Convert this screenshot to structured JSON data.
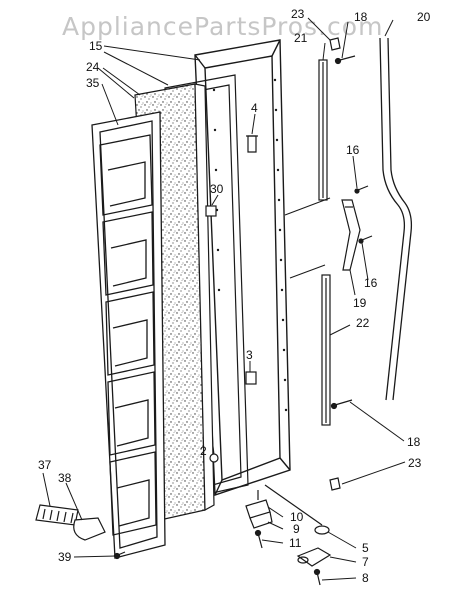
{
  "watermark": "AppliancePartsPros.com",
  "colors": {
    "ink": "#1a1a1a",
    "background": "#ffffff",
    "watermark": "#c6c6c6"
  },
  "callouts": [
    {
      "id": "15",
      "text": "15"
    },
    {
      "id": "24",
      "text": "24"
    },
    {
      "id": "35",
      "text": "35"
    },
    {
      "id": "4",
      "text": "4"
    },
    {
      "id": "30",
      "text": "30"
    },
    {
      "id": "3",
      "text": "3"
    },
    {
      "id": "2",
      "text": "2"
    },
    {
      "id": "23a",
      "text": "23"
    },
    {
      "id": "21",
      "text": "21"
    },
    {
      "id": "18a",
      "text": "18"
    },
    {
      "id": "20",
      "text": "20"
    },
    {
      "id": "16a",
      "text": "16"
    },
    {
      "id": "16b",
      "text": "16"
    },
    {
      "id": "19",
      "text": "19"
    },
    {
      "id": "22",
      "text": "22"
    },
    {
      "id": "18b",
      "text": "18"
    },
    {
      "id": "23b",
      "text": "23"
    },
    {
      "id": "10",
      "text": "10"
    },
    {
      "id": "9",
      "text": "9"
    },
    {
      "id": "11",
      "text": "11"
    },
    {
      "id": "5",
      "text": "5"
    },
    {
      "id": "7",
      "text": "7"
    },
    {
      "id": "8",
      "text": "8"
    },
    {
      "id": "37",
      "text": "37"
    },
    {
      "id": "38",
      "text": "38"
    },
    {
      "id": "39",
      "text": "39"
    }
  ]
}
